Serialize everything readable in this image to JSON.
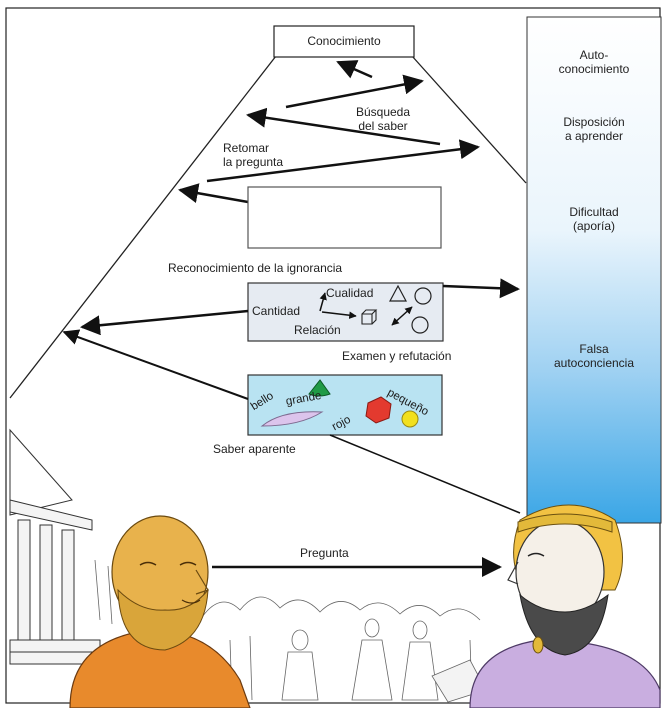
{
  "top_label": "Conocimiento",
  "process_labels": {
    "busqueda": [
      "Búsqueda",
      "del saber"
    ],
    "retomar": [
      "Retomar",
      "la pregunta"
    ],
    "reconocimiento": "Reconocimiento de la ignorancia",
    "examen": "Examen y refutación",
    "saber_aparente": "Saber aparente",
    "pregunta": "Pregunta"
  },
  "examen_box": {
    "cantidad": "Cantidad",
    "cualidad": "Cualidad",
    "relacion": "Relación"
  },
  "saber_box_words": [
    "bello",
    "grande",
    "rojo",
    "pequeño"
  ],
  "side_stages": [
    [
      "Auto-",
      "conocimiento"
    ],
    [
      "Disposición",
      "a aprender"
    ],
    [
      "Dificultad",
      "(aporía)"
    ],
    [
      "Falsa",
      "autoconciencia"
    ]
  ],
  "colors": {
    "gradient_top": "#ffffff",
    "gradient_bottom": "#39a6e6",
    "skin": "#e8b24c",
    "hair": "#f2c243",
    "robe_left": "#e88a2c",
    "robe_right": "#c9aee0",
    "saber_box": "#b9e3f2",
    "examen_box": "#e6ebf2"
  }
}
